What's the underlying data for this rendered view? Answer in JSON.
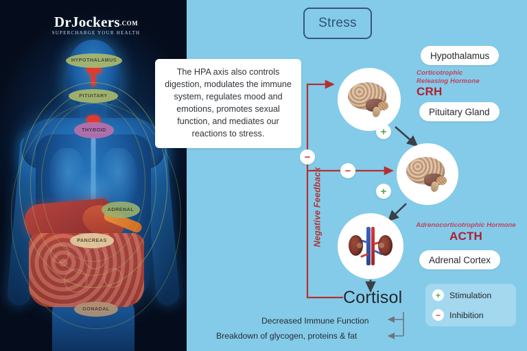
{
  "brand": {
    "name_dr": "D",
    "name_rest": "R",
    "logo_line1_a": "D",
    "logo_line1_b": "R",
    "logo_main": "Jockers",
    "logo_prefix": "Dr",
    "logo_dotcom": ".COM",
    "logo_tagline": "SUPERCHARGE YOUR HEALTH"
  },
  "anatomy": {
    "labels": [
      {
        "id": "hypothalamus",
        "text": "HYPOTHALAMUS"
      },
      {
        "id": "pituitary",
        "text": "PITUITARY"
      },
      {
        "id": "thyroid",
        "text": "THYROID"
      },
      {
        "id": "adrenal",
        "text": "ADRENAL"
      },
      {
        "id": "pancreas",
        "text": "PANCREAS"
      },
      {
        "id": "gonadal",
        "text": "GONADAL"
      }
    ]
  },
  "note": {
    "text": "The HPA axis also controls digestion, modulates the immune system, regulates mood and emotions, promotes sexual function, and mediates our reactions to stress."
  },
  "diagram": {
    "stress_label": "Stress",
    "hypothalamus_pill": "Hypothalamus",
    "pituitary_pill": "Pituitary Gland",
    "adrenal_pill": "Adrenal Cortex",
    "crh": {
      "full_line1": "Corticotrophic",
      "full_line2": "Releasing Hormone",
      "abbr": "CRH"
    },
    "acth": {
      "full": "Adrenocorticotrophic Hormone",
      "abbr": "ACTH"
    },
    "negative_feedback": "Negative Feedback",
    "cortisol": "Cortisol",
    "sign_plus": "+",
    "sign_minus": "−",
    "effects": [
      "Decreased Immune Function",
      "Breakdown of glycogen, proteins & fat"
    ]
  },
  "legend": {
    "items": [
      {
        "sign": "+",
        "label": "Stimulation"
      },
      {
        "sign": "−",
        "label": "Inhibition"
      }
    ]
  },
  "colors": {
    "background": "#84cbe9",
    "panel_dark": "#050e1f",
    "feedback_red": "#b5302f",
    "hormone_red": "#b01f2b",
    "hormone_pink": "#c2415a",
    "stimulation_green": "#4fa84f",
    "inhibition_red": "#cf3b3b",
    "stress_border": "#36547e"
  }
}
